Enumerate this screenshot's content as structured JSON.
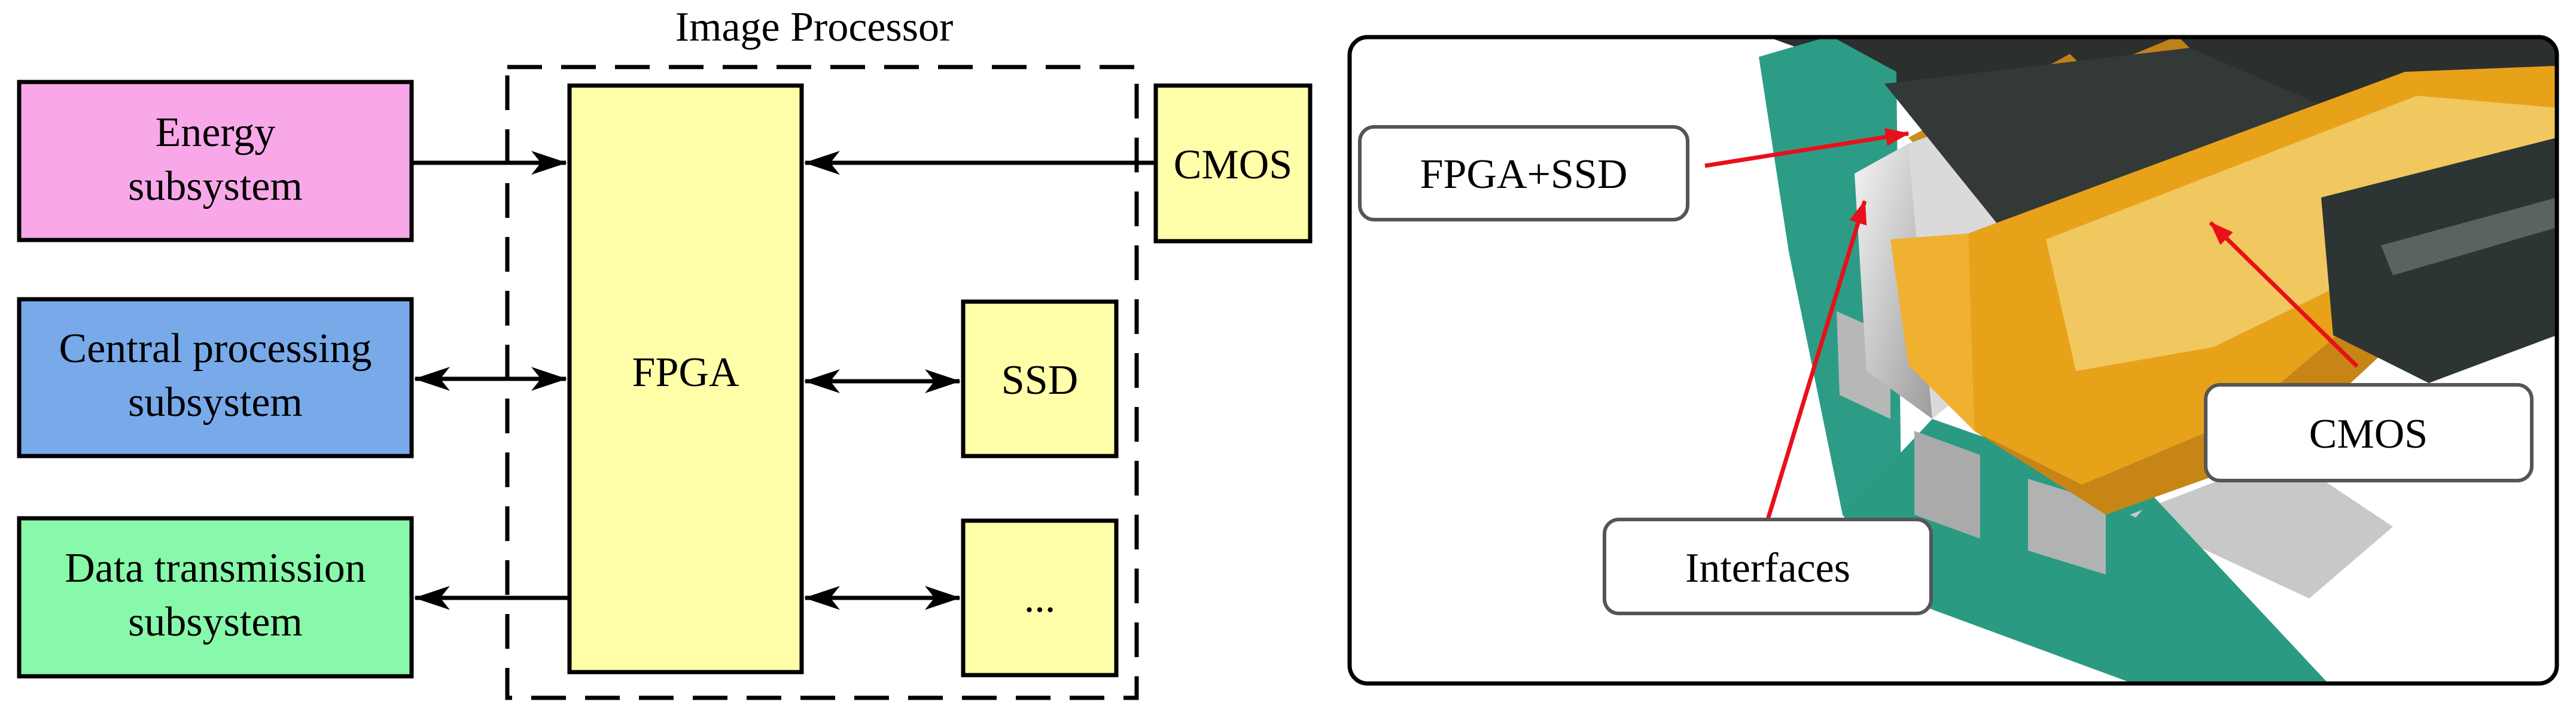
{
  "diagram": {
    "title": "Image Processor",
    "boxes": {
      "energy": {
        "lines": [
          "Energy",
          "subsystem"
        ],
        "color": "#F8A8E8"
      },
      "central": {
        "lines": [
          "Central processing",
          "subsystem"
        ],
        "color": "#78AAEA"
      },
      "data": {
        "lines": [
          "Data transmission",
          "subsystem"
        ],
        "color": "#88F8AA"
      },
      "fpga": {
        "label": "FPGA",
        "color": "#FFFFAA"
      },
      "cmos": {
        "label": "CMOS",
        "color": "#FFFFAA"
      },
      "ssd": {
        "label": "SSD",
        "color": "#FFFFAA"
      },
      "other": {
        "label": "...",
        "color": "#FFFFAA"
      }
    }
  },
  "photo": {
    "callouts": {
      "fpga_ssd": "FPGA+SSD",
      "cmos": "CMOS",
      "interfaces": "Interfaces"
    },
    "colors": {
      "green": "#2C9C86",
      "orange": "#E8A21A",
      "pointer": "#E8101A"
    }
  }
}
